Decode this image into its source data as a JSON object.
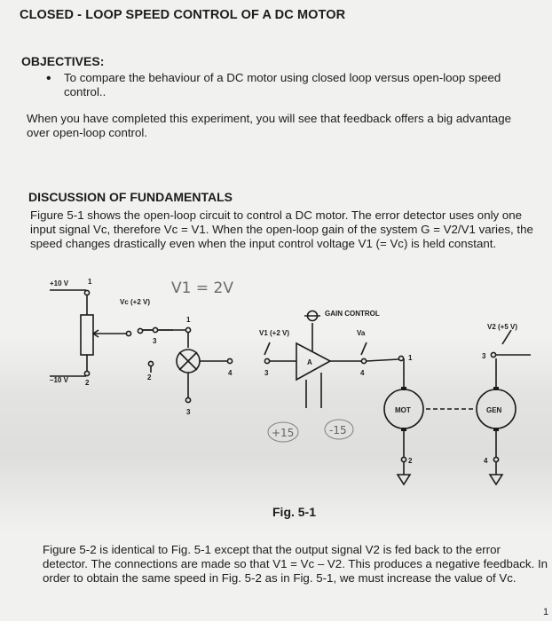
{
  "title": "CLOSED - LOOP SPEED CONTROL OF A DC MOTOR",
  "objectives": {
    "heading": "OBJECTIVES:",
    "bullet": "•",
    "items": [
      "To compare the behaviour of a DC motor using closed loop versus open-loop speed",
      "control.."
    ],
    "after": [
      "When you have completed this experiment, you will see that feedback offers a big advantage",
      "over open-loop control."
    ]
  },
  "discussion": {
    "heading": "DISCUSSION OF FUNDAMENTALS",
    "para1": [
      "Figure 5-1 shows the open-loop circuit to control a DC motor. The error detector uses only one",
      "input signal Vc, therefore Vc = V1. When the open-loop gain of the system G = V2/V1 varies, the",
      "speed changes drastically even when the input control voltage V1 (= Vc) is held constant."
    ],
    "para2": [
      "Figure 5-2 is identical to Fig. 5-1 except that the output signal V2 is fed back to the error",
      "detector. The connections are made so that V1 = Vc – V2. This produces a negative feedback. In",
      "order to obtain the same speed in Fig. 5-2 as in Fig. 5-1, we must increase the value of Vc."
    ]
  },
  "figure": {
    "caption": "Fig. 5-1",
    "labels": {
      "plus10v": "+10 V",
      "minus10v": "–10 V",
      "vc": "Vc (+2 V)",
      "v1": "V1 (+2 V)",
      "va": "Va",
      "v2": "V2 (+5 V)",
      "gain_control": "GAIN CONTROL",
      "amp": "A",
      "mot": "MOT",
      "gen": "GEN",
      "n1": "1",
      "n2": "2",
      "n3": "3",
      "n4": "4"
    },
    "handwritten": {
      "note": "V1 = 2V",
      "plus15": "+15",
      "minus15": "-15"
    }
  },
  "page_number": "1"
}
